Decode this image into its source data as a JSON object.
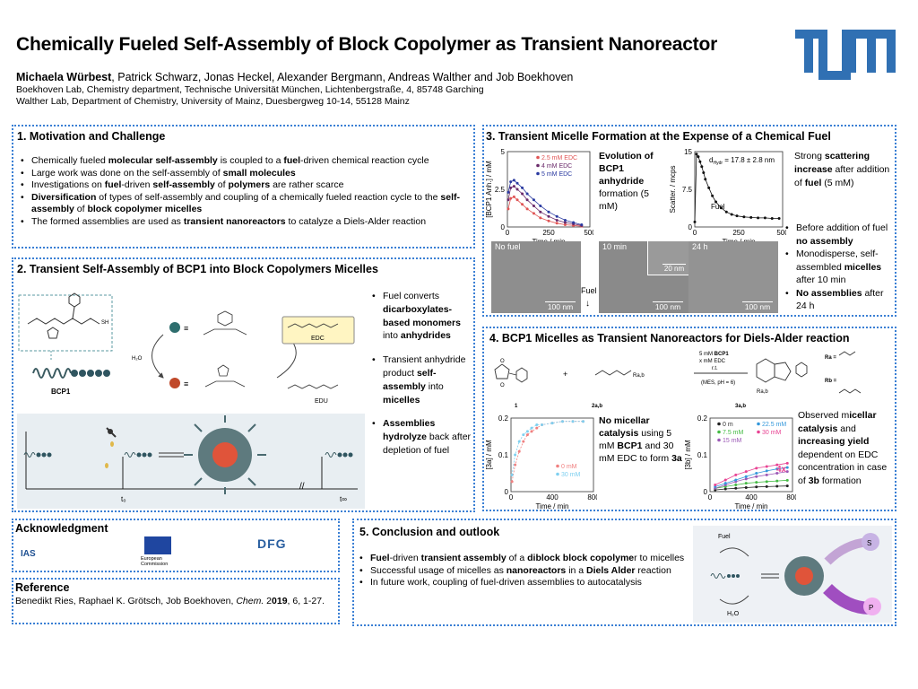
{
  "header": {
    "title": "Chemically Fueled Self-Assembly of Block Copolymer as Transient Nanoreactor",
    "author_first": "Michaela Würbest",
    "author_rest": ", Patrick Schwarz, Jonas Heckel, Alexander Bergmann, Andreas Walther and Job Boekhoven",
    "affiliation1": "Boekhoven Lab, Chemistry department, Technische Universität München, Lichtenbergstraße, 4, 85748 Garching",
    "affiliation2": "Walther Lab, Department of Chemistry, University of Mainz, Duesbergweg 10-14, 55128 Mainz",
    "logo_color": "#3070b3"
  },
  "section1": {
    "title": "1. Motivation and Challenge",
    "b1_a": "Chemically fueled ",
    "b1_b": "molecular self-assembly",
    "b1_c": " is coupled to a ",
    "b1_d": "fuel",
    "b1_e": "-driven chemical reaction cycle",
    "b2_a": "Large work was done on the self-assembly of ",
    "b2_b": "small molecules",
    "b3_a": "Investigations on ",
    "b3_b": "fuel",
    "b3_c": "-driven ",
    "b3_d": "self-assembly",
    "b3_e": " of ",
    "b3_f": "polymers",
    "b3_g": " are rather scarce",
    "b4_a": "Diversification",
    "b4_b": " of types of self-assembly and coupling of a chemically fueled reaction cycle to the ",
    "b4_c": "self-assembly",
    "b4_d": " of ",
    "b4_e": "block copolymer micelles",
    "b5_a": "The formed assemblies are used as ",
    "b5_b": "transient nanoreactors",
    "b5_c": " to catalyze a Diels-Alder reaction"
  },
  "section2": {
    "title": "2. Transient Self-Assembly of BCP1 into Block Copolymers Micelles",
    "label_bcp1": "BCP1",
    "label_h2o": "H₂O",
    "label_edc": "EDC",
    "label_edu": "EDU",
    "label_t0": "t₀",
    "label_tinf": "t∞",
    "b1_a": "Fuel converts ",
    "b1_b": "dicarboxylates-based monomers",
    "b1_c": " into ",
    "b1_d": "anhydrides",
    "b2_a": "Transient anhydride product ",
    "b2_b": "self-assembly",
    "b2_c": " into ",
    "b2_d": "micelles",
    "b3_a": "Assemblies hydrolyze",
    "b3_b": " back after depletion of fuel"
  },
  "section3": {
    "title": "3. Transient Micelle Formation at the Expense of a Chemical Fuel",
    "caption_a": "Evolution of BCP1 anhydride",
    "caption_b": "formation (5 mM)",
    "right_a": "Strong ",
    "right_b": "scattering increase",
    "right_c": " after addition of ",
    "right_d": "fuel",
    "right_e": " (5 mM)",
    "dhydr": "d",
    "dhydr_sub": "Hydr",
    "dhydr_val": " = 17.8 ± 2.8 nm",
    "fuel_label": "Fuel",
    "tem_labels": [
      "No fuel",
      "10 min",
      "24 h"
    ],
    "tem_scales": [
      "100 nm",
      "100 nm",
      "100 nm"
    ],
    "tem_inset_scale": "20 nm",
    "fuel_arrow_label": "Fuel",
    "b1_a": "Before addition of fuel ",
    "b1_b": "no assembly",
    "b2_a": "Monodisperse, self-assembled ",
    "b2_b": "micelles",
    "b2_c": " after 10 min",
    "b3_a": "No assemblies",
    "b3_b": " after 24 h"
  },
  "section4": {
    "title": "4. BCP1 Micelles as Transient Nanoreactors for Diels-Alder reaction",
    "rxn_top1a": "5 mM ",
    "rxn_top1b": "BCP1",
    "rxn_top2": "x mM EDC",
    "rxn_top3": "r.t.",
    "rxn_bottom": "(MES, pH = 6)",
    "ra_label": "Ra =",
    "rb_label": "Rb =",
    "cpd1": "1",
    "cpd2": "2a,b",
    "cpd3": "3a,b",
    "rab": "Ra,b",
    "mid_a": "No micellar catalysis",
    "mid_b": " using 5 mM ",
    "mid_c": "BCP1",
    "mid_d": " and 30 mM EDC to form ",
    "mid_e": "3a",
    "right_a": "Observed m",
    "right_b": "icellar catalysis",
    "right_c": " and ",
    "right_d": "increasing yield",
    "right_e": " dependent on EDC concentration in case of ",
    "right_f": "3b",
    "right_g": " formation",
    "fourx": "4x"
  },
  "ack": {
    "title": "Acknowledgment",
    "ias": "IAS",
    "ec1": "European",
    "ec2": "Commission",
    "dfg": "DFG"
  },
  "reference": {
    "title": "Reference",
    "text_a": "Benedikt Ries, Raphael K. Grötsch, Job Boekhoven, ",
    "text_b": "Chem.",
    "text_c": " 2",
    "text_d": "019",
    "text_e": ", 6, 1-27."
  },
  "section5": {
    "title": "5. Conclusion and outlook",
    "b1_a": "Fuel",
    "b1_b": "-driven ",
    "b1_c": "transient assembly",
    "b1_d": " of a ",
    "b1_e": "diblock block copolyme",
    "b1_f": "r to micelles",
    "b2_a": "Successful usage of micelles as ",
    "b2_b": "nanoreactors",
    "b2_c": " in a ",
    "b2_d": "Diels Alder",
    "b2_e": " reaction",
    "b3": "In future work, coupling of fuel-driven assemblies to autocatalysis",
    "fig_fuel": "Fuel",
    "fig_s": "S",
    "fig_p": "P",
    "fig_h2o": "H₂O"
  },
  "chart_data": [
    {
      "type": "scatter",
      "ylabel": "[BCP1 Anh.] / mM",
      "xlabel": "Time / min",
      "xlim": [
        0,
        500
      ],
      "ylim": [
        0,
        5
      ],
      "xticks": [
        "0",
        "250",
        "500"
      ],
      "yticks": [
        "0",
        "2.5",
        "5"
      ],
      "series": [
        {
          "name": "2.5 mM EDC",
          "color": "#e05555",
          "x": [
            5,
            20,
            40,
            60,
            90,
            120,
            160,
            200,
            250,
            300,
            350,
            400,
            450
          ],
          "y": [
            1.2,
            1.9,
            2.0,
            1.8,
            1.5,
            1.2,
            0.9,
            0.6,
            0.4,
            0.25,
            0.15,
            0.1,
            0.05
          ]
        },
        {
          "name": "4 mM EDC",
          "color": "#6a2a6a",
          "x": [
            5,
            20,
            40,
            60,
            90,
            120,
            160,
            200,
            250,
            300,
            350,
            400,
            450
          ],
          "y": [
            1.8,
            2.6,
            2.7,
            2.5,
            2.2,
            1.8,
            1.4,
            1.0,
            0.7,
            0.45,
            0.3,
            0.2,
            0.1
          ]
        },
        {
          "name": "5 mM EDC",
          "color": "#2a3aa0",
          "x": [
            5,
            20,
            40,
            60,
            90,
            120,
            160,
            200,
            250,
            300,
            350,
            400,
            450
          ],
          "y": [
            2.3,
            3.0,
            3.1,
            2.9,
            2.6,
            2.2,
            1.8,
            1.4,
            1.0,
            0.7,
            0.45,
            0.3,
            0.15
          ]
        }
      ]
    },
    {
      "type": "scatter",
      "ylabel": "Scatter. / mcps",
      "xlabel": "Time / min",
      "xlim": [
        0,
        500
      ],
      "ylim": [
        0,
        15
      ],
      "xticks": [
        "0",
        "250",
        "500"
      ],
      "yticks": [
        "0",
        "7.5",
        "15"
      ],
      "series": [
        {
          "name": "",
          "color": "#111111",
          "x": [
            0,
            10,
            20,
            30,
            40,
            50,
            60,
            80,
            100,
            120,
            150,
            180,
            210,
            240,
            280,
            320,
            360,
            400,
            440,
            480
          ],
          "y": [
            1.0,
            14.5,
            14.0,
            13.0,
            12.0,
            10.8,
            9.5,
            7.8,
            6.2,
            5.0,
            3.8,
            3.0,
            2.5,
            2.2,
            2.0,
            1.9,
            1.8,
            1.8,
            1.7,
            1.7
          ]
        }
      ]
    },
    {
      "type": "scatter",
      "ylabel": "[3a] / mM",
      "xlabel": "Time / min",
      "xlim": [
        0,
        800
      ],
      "ylim": [
        0,
        0.22
      ],
      "xticks": [
        "0",
        "400",
        "800"
      ],
      "yticks": [
        "0",
        "0.1",
        "0.2"
      ],
      "series": [
        {
          "name": "0 mM",
          "color": "#f08080",
          "x": [
            10,
            40,
            80,
            120,
            160,
            200,
            250,
            300,
            400,
            500,
            600,
            700
          ],
          "y": [
            0.03,
            0.08,
            0.12,
            0.15,
            0.17,
            0.18,
            0.19,
            0.2,
            0.205,
            0.21,
            0.21,
            0.21
          ]
        },
        {
          "name": "30 mM",
          "color": "#7fd0f0",
          "x": [
            10,
            40,
            80,
            120,
            160,
            200,
            250,
            300,
            400,
            500,
            600,
            700
          ],
          "y": [
            0.05,
            0.11,
            0.15,
            0.17,
            0.18,
            0.19,
            0.2,
            0.2,
            0.205,
            0.21,
            0.21,
            0.21
          ]
        }
      ]
    },
    {
      "type": "scatter",
      "ylabel": "[3b] / mM",
      "xlabel": "Time / min",
      "xlim": [
        0,
        800
      ],
      "ylim": [
        0,
        0.22
      ],
      "xticks": [
        "0",
        "400",
        "800"
      ],
      "yticks": [
        "0",
        "0.1",
        "0.2"
      ],
      "series": [
        {
          "name": "0 m",
          "color": "#222222",
          "x": [
            50,
            150,
            250,
            350,
            450,
            550,
            650,
            750
          ],
          "y": [
            0.005,
            0.008,
            0.01,
            0.012,
            0.014,
            0.015,
            0.016,
            0.017
          ]
        },
        {
          "name": "7.5 mM",
          "color": "#44bb44",
          "x": [
            50,
            150,
            250,
            350,
            450,
            550,
            650,
            750
          ],
          "y": [
            0.01,
            0.015,
            0.02,
            0.025,
            0.028,
            0.03,
            0.032,
            0.034
          ]
        },
        {
          "name": "15 mM",
          "color": "#9b59b6",
          "x": [
            50,
            150,
            250,
            350,
            450,
            550,
            650,
            750
          ],
          "y": [
            0.01,
            0.02,
            0.03,
            0.038,
            0.045,
            0.05,
            0.055,
            0.06
          ]
        },
        {
          "name": "22.5 mM",
          "color": "#3498db",
          "x": [
            50,
            150,
            250,
            350,
            450,
            550,
            650,
            750
          ],
          "y": [
            0.015,
            0.025,
            0.035,
            0.045,
            0.055,
            0.062,
            0.068,
            0.072
          ]
        },
        {
          "name": "30 mM",
          "color": "#e84393",
          "x": [
            50,
            150,
            250,
            350,
            450,
            550,
            650,
            750
          ],
          "y": [
            0.02,
            0.035,
            0.05,
            0.06,
            0.07,
            0.075,
            0.08,
            0.085
          ]
        }
      ]
    }
  ]
}
